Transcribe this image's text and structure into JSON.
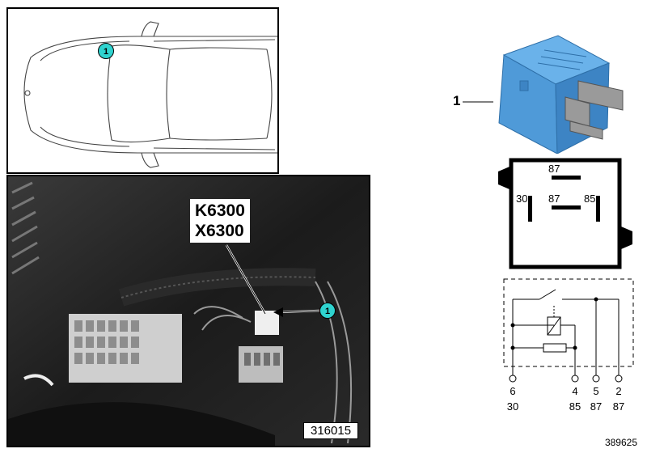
{
  "callouts": {
    "car_marker": "1",
    "photo_marker": "1"
  },
  "photo": {
    "relay_label_line1": "K6300",
    "relay_label_line2": "X6300",
    "reference_number": "316015"
  },
  "part_label": "1",
  "relay_front": {
    "terminal_top": "87",
    "terminal_left": "30",
    "terminal_center": "87",
    "terminal_right": "85"
  },
  "schematic": {
    "pins": [
      {
        "number": "6",
        "terminal": "30"
      },
      {
        "number": "4",
        "terminal": "85"
      },
      {
        "number": "5",
        "terminal": "87"
      },
      {
        "number": "2",
        "terminal": "87"
      }
    ]
  },
  "document_number": "389625",
  "colors": {
    "callout": "#2fd3cf",
    "relay_body": "#5aa9e6",
    "relay_dark": "#2e6fa8"
  }
}
